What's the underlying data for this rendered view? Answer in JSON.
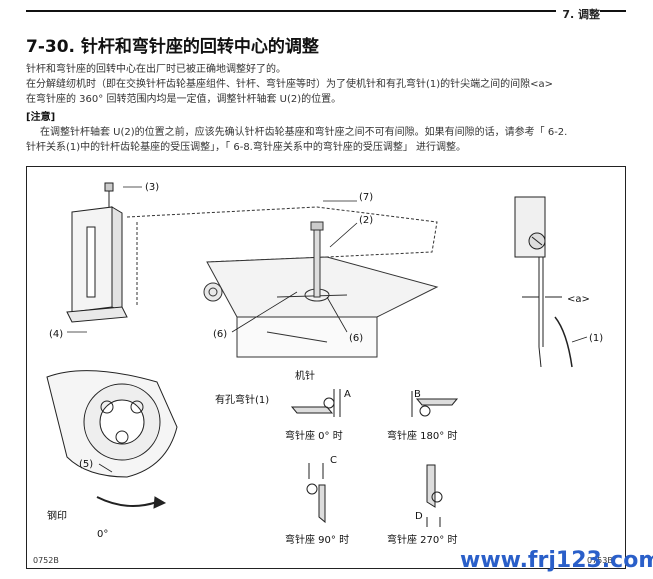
{
  "header": {
    "section_label": "7. 调整"
  },
  "title": "7-30. 针杆和弯针座的回转中心的调整",
  "body": {
    "lines": [
      "针杆和弯针座的回转中心在出厂时已被正确地调整好了的。",
      "在分解缝纫机时（即在交换针杆齿轮基座组件、针杆、弯针座等时）为了使机针和有孔弯针(1)的针尖端之间的间隙<a>",
      "在弯针座的 360° 回转范围内均是一定值，调整针杆轴套 U(2)的位置。"
    ],
    "note_title": "[注意]",
    "note_lines": [
      "在调整针杆轴套 U(2)的位置之前，应该先确认针杆齿轮基座和弯针座之间不可有间隙。如果有间隙的话，请参考「 6-2.",
      "针杆关系(1)中的针杆齿轮基座的受压调整」，「 6-8.弯针座关系中的弯针座的受压调整」 进行调整。"
    ]
  },
  "figure": {
    "callouts": {
      "c3": "(3)",
      "c7": "(7)",
      "c2": "(2)",
      "c4": "(4)",
      "c6a": "(6)",
      "c6b": "(6)",
      "c1": "(1)",
      "c5": "(5)",
      "a_gap": "<a>"
    },
    "labels": {
      "needle": "机针",
      "looper": "有孔弯针(1)",
      "stamp": "钢印",
      "zero": "0°",
      "A": "A",
      "B": "B",
      "C": "C",
      "D": "D",
      "pos0": "弯针座 0° 时",
      "pos180": "弯针座 180° 时",
      "pos90": "弯针座 90° 时",
      "pos270": "弯针座 270° 时",
      "fig_code_left": "0752B",
      "fig_code_right": "0753B"
    }
  },
  "watermark": "www.frj123.com"
}
